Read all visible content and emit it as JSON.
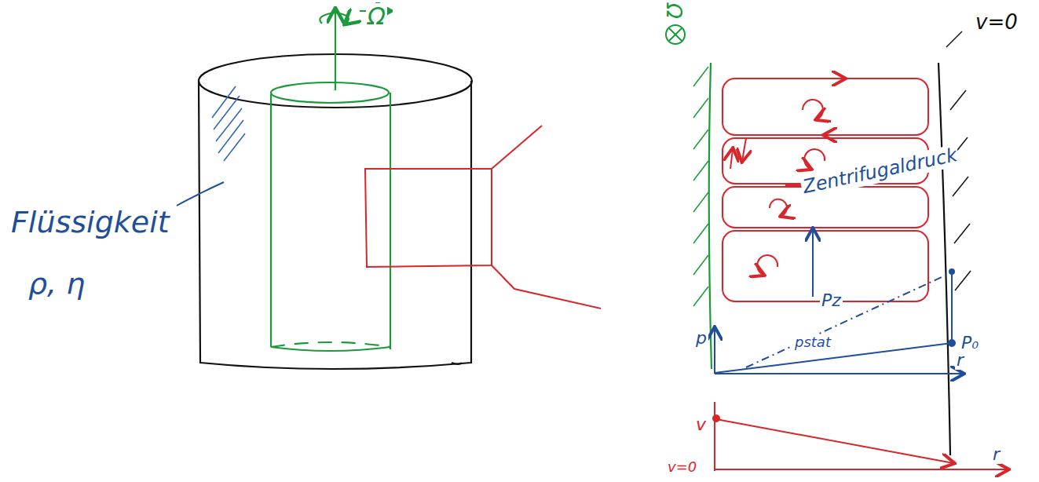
{
  "diagram": {
    "labels": [
      "Ω",
      "Flüssigkeit",
      "ρ, η",
      "Ω",
      "v=0",
      "Zentrifugaldruck",
      "Pz",
      "p",
      "pstat",
      "P₀",
      "r",
      "v",
      "v=0",
      "r"
    ]
  }
}
